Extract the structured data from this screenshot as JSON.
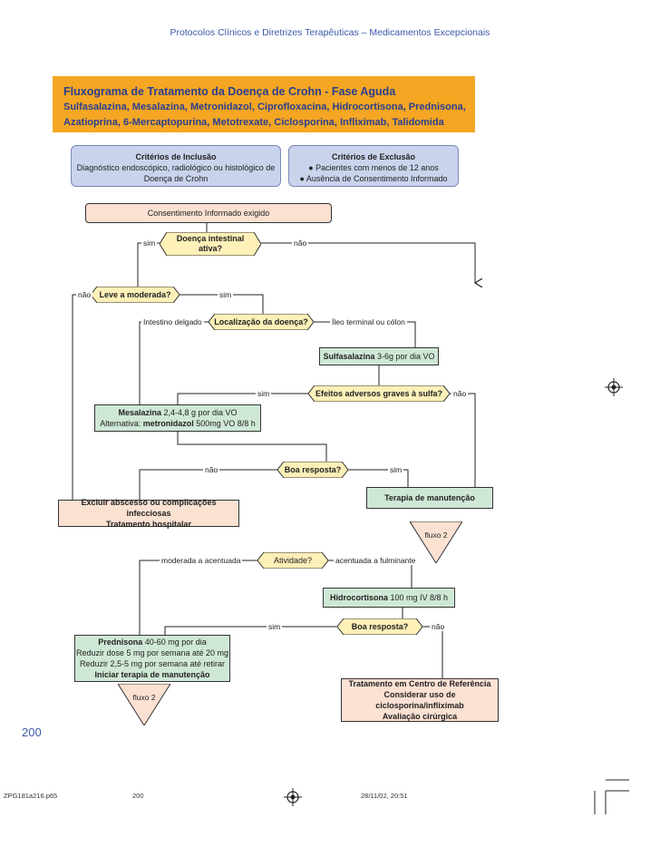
{
  "header": {
    "title": "Protocolos Clínicos e Diretrizes Terapêuticas – Medicamentos Excepcionais"
  },
  "banner": {
    "title": "Fluxograma de Tratamento da Doença de Crohn - Fase Aguda",
    "drugs_line1": "Sulfasalazina, Mesalazina, Metronidazol, Ciprofloxacina, Hidrocortisona, Prednisona,",
    "drugs_line2": "Azatioprina, 6-Mercaptopurina, Metotrexate, Ciclosporina, Infliximab, Talidomida"
  },
  "inclusion": {
    "title": "Critérios de Inclusão",
    "line1": "Diagnóstico endoscópico, radiológico ou histológico de",
    "line2": "Doença de Crohn"
  },
  "exclusion": {
    "title": "Critérios de Exclusão",
    "line1": "● Pacientes com menos de 12 anos",
    "line2": "● Ausência de Consentimento Informado"
  },
  "nodes": {
    "consent": "Consentimento Informado exigido",
    "doenca_l1": "Doença intestinal",
    "doenca_l2": "ativa?",
    "leve": "Leve a moderada?",
    "localizacao": "Localização da doença?",
    "sulfa_bold": "Sulfasalazina",
    "sulfa_rest": " 3-6g por dia VO",
    "efeitos": "Efeitos adversos graves à sulfa?",
    "mesa_bold": "Mesalazina",
    "mesa_rest": " 2,4-4,8 g por dia VO",
    "mesa_alt_pre": "Alternativa: ",
    "mesa_alt_bold": "metronidazol",
    "mesa_alt_rest": " 500mg VO 8/8 h",
    "boa1": "Boa resposta?",
    "manutencao": "Terapia de manutenção",
    "excluir_l1": "Excluir abscesso ou complicações infecciosas",
    "excluir_l2": "Tratamento hospitalar",
    "fluxo2_a": "fluxo 2",
    "atividade": "Atividade?",
    "hidro_bold": "Hidrocortisona",
    "hidro_rest": " 100 mg IV 8/8 h",
    "boa2": "Boa resposta?",
    "pred_bold": "Prednisona",
    "pred_rest": " 40-60 mg por dia",
    "pred_l2": "Reduzir dose 5 mg por semana até 20 mg",
    "pred_l3": "Reduzir 2,5-5 mg por semana até retirar",
    "pred_l4": "Iniciar terapia de manutenção",
    "fluxo2_b": "fluxo 2",
    "trat_l1": "Tratamento em Centro de Referência",
    "trat_l2": "Considerar uso de ciclosporina/infliximab",
    "trat_l3": "Avaliação cirúrgica"
  },
  "labels": {
    "sim": "sim",
    "nao": "não",
    "intestino": "Intestino delgado",
    "ileo": "Íleo terminal ou cólon",
    "moderada": "moderada a acentuada",
    "acentuada": "acentuada a fulminante"
  },
  "page_number": "200",
  "footer": {
    "file": "ZPG181a216.p65",
    "page": "200",
    "datetime": "28/11/02, 20:51"
  },
  "colors": {
    "banner": "#f5a623",
    "criteria": "#c9d3ec",
    "green_box": "#cfe8d6",
    "peach_box": "#fbe1d2",
    "decision": "#fdf0b8",
    "page_number": "#3a5aa8"
  }
}
